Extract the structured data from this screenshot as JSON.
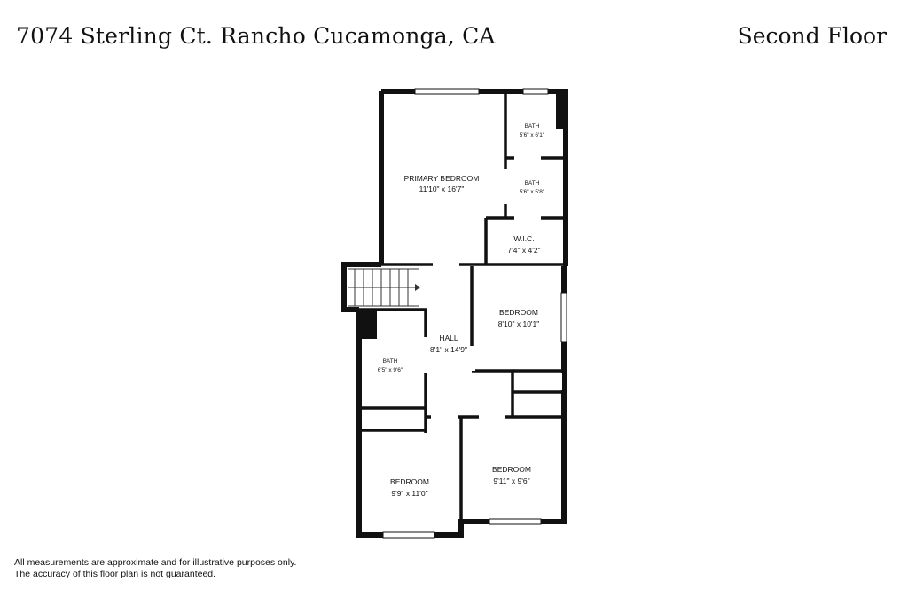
{
  "header": {
    "address": "7074 Sterling Ct. Rancho Cucamonga, CA",
    "floor": "Second Floor"
  },
  "rooms": [
    {
      "id": "primary",
      "name": "PRIMARY BEDROOM",
      "size": "11'10\" x 16'7\""
    },
    {
      "id": "bath1",
      "name": "BATH",
      "size": "5'6\" x 6'1\""
    },
    {
      "id": "bath2",
      "name": "BATH",
      "size": "5'6\" x 5'8\""
    },
    {
      "id": "wic",
      "name": "W.I.C.",
      "size": "7'4\" x 4'2\""
    },
    {
      "id": "bedroom-east",
      "name": "BEDROOM",
      "size": "8'10\" x 10'1\""
    },
    {
      "id": "hall",
      "name": "HALL",
      "size": "8'1\" x 14'9\""
    },
    {
      "id": "bath3",
      "name": "BATH",
      "size": "6'5\" x 9'6\""
    },
    {
      "id": "bedroom-sw",
      "name": "BEDROOM",
      "size": "9'9\" x 11'0\""
    },
    {
      "id": "bedroom-se",
      "name": "BEDROOM",
      "size": "9'11\" x 9'6\""
    }
  ],
  "disclaimer": {
    "line1": "All measurements are approximate and for illustrative purposes only.",
    "line2": "The accuracy of this floor plan is not guaranteed."
  },
  "colors": {
    "wall": "#111111",
    "background": "#ffffff",
    "window": "#ffffff"
  }
}
